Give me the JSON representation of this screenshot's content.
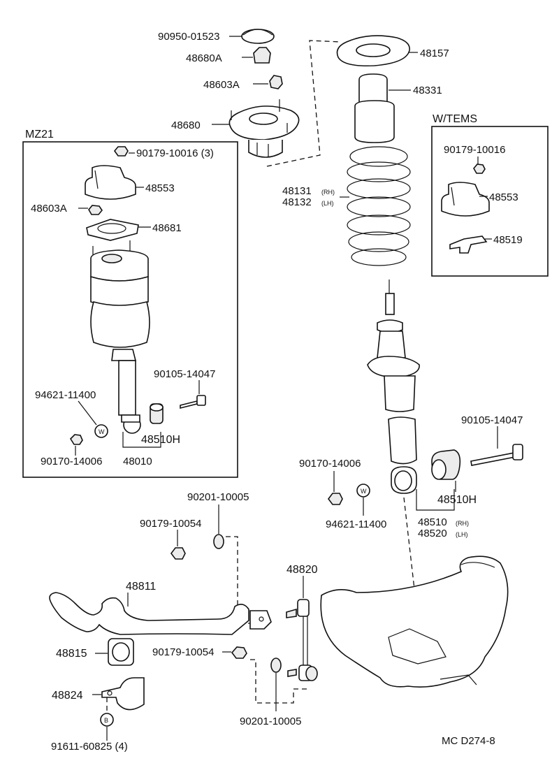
{
  "sections": {
    "mz21": "MZ21",
    "w_tems": "W/TEMS"
  },
  "labels": {
    "p90950_01523": "90950-01523",
    "p48680A": "48680A",
    "p48603A_top": "48603A",
    "p48680": "48680",
    "p48157": "48157",
    "p48331": "48331",
    "p48131": "48131",
    "p48131_side": "(RH)",
    "p48132": "48132",
    "p48132_side": "(LH)",
    "mz_90179_10016": "90179-10016 (3)",
    "mz_48553": "48553",
    "mz_48603A": "48603A",
    "mz_48681": "48681",
    "mz_90105_14047": "90105-14047",
    "mz_94621_11400": "94621-11400",
    "mz_48510H": "48510H",
    "mz_90170_14006": "90170-14006",
    "mz_48010": "48010",
    "t_90179_10016": "90179-10016",
    "t_48553": "48553",
    "t_48519": "48519",
    "r_90105_14047": "90105-14047",
    "r_90170_14006": "90170-14006",
    "r_94621_11400": "94621-11400",
    "r_48510H": "48510H",
    "r_48510": "48510",
    "r_48510_side": "(RH)",
    "r_48520": "48520",
    "r_48520_side": "(LH)",
    "s_90201_10005_top": "90201-10005",
    "s_90179_10054_top": "90179-10054",
    "s_48811": "48811",
    "s_48820": "48820",
    "s_48815": "48815",
    "s_90179_10054_mid": "90179-10054",
    "s_48824": "48824",
    "s_90201_10005_bot": "90201-10005",
    "s_91611_60825": "91611-60825 (4)",
    "ref_code": "MC D274-8"
  },
  "markers": {
    "w": "W",
    "b": "B"
  }
}
